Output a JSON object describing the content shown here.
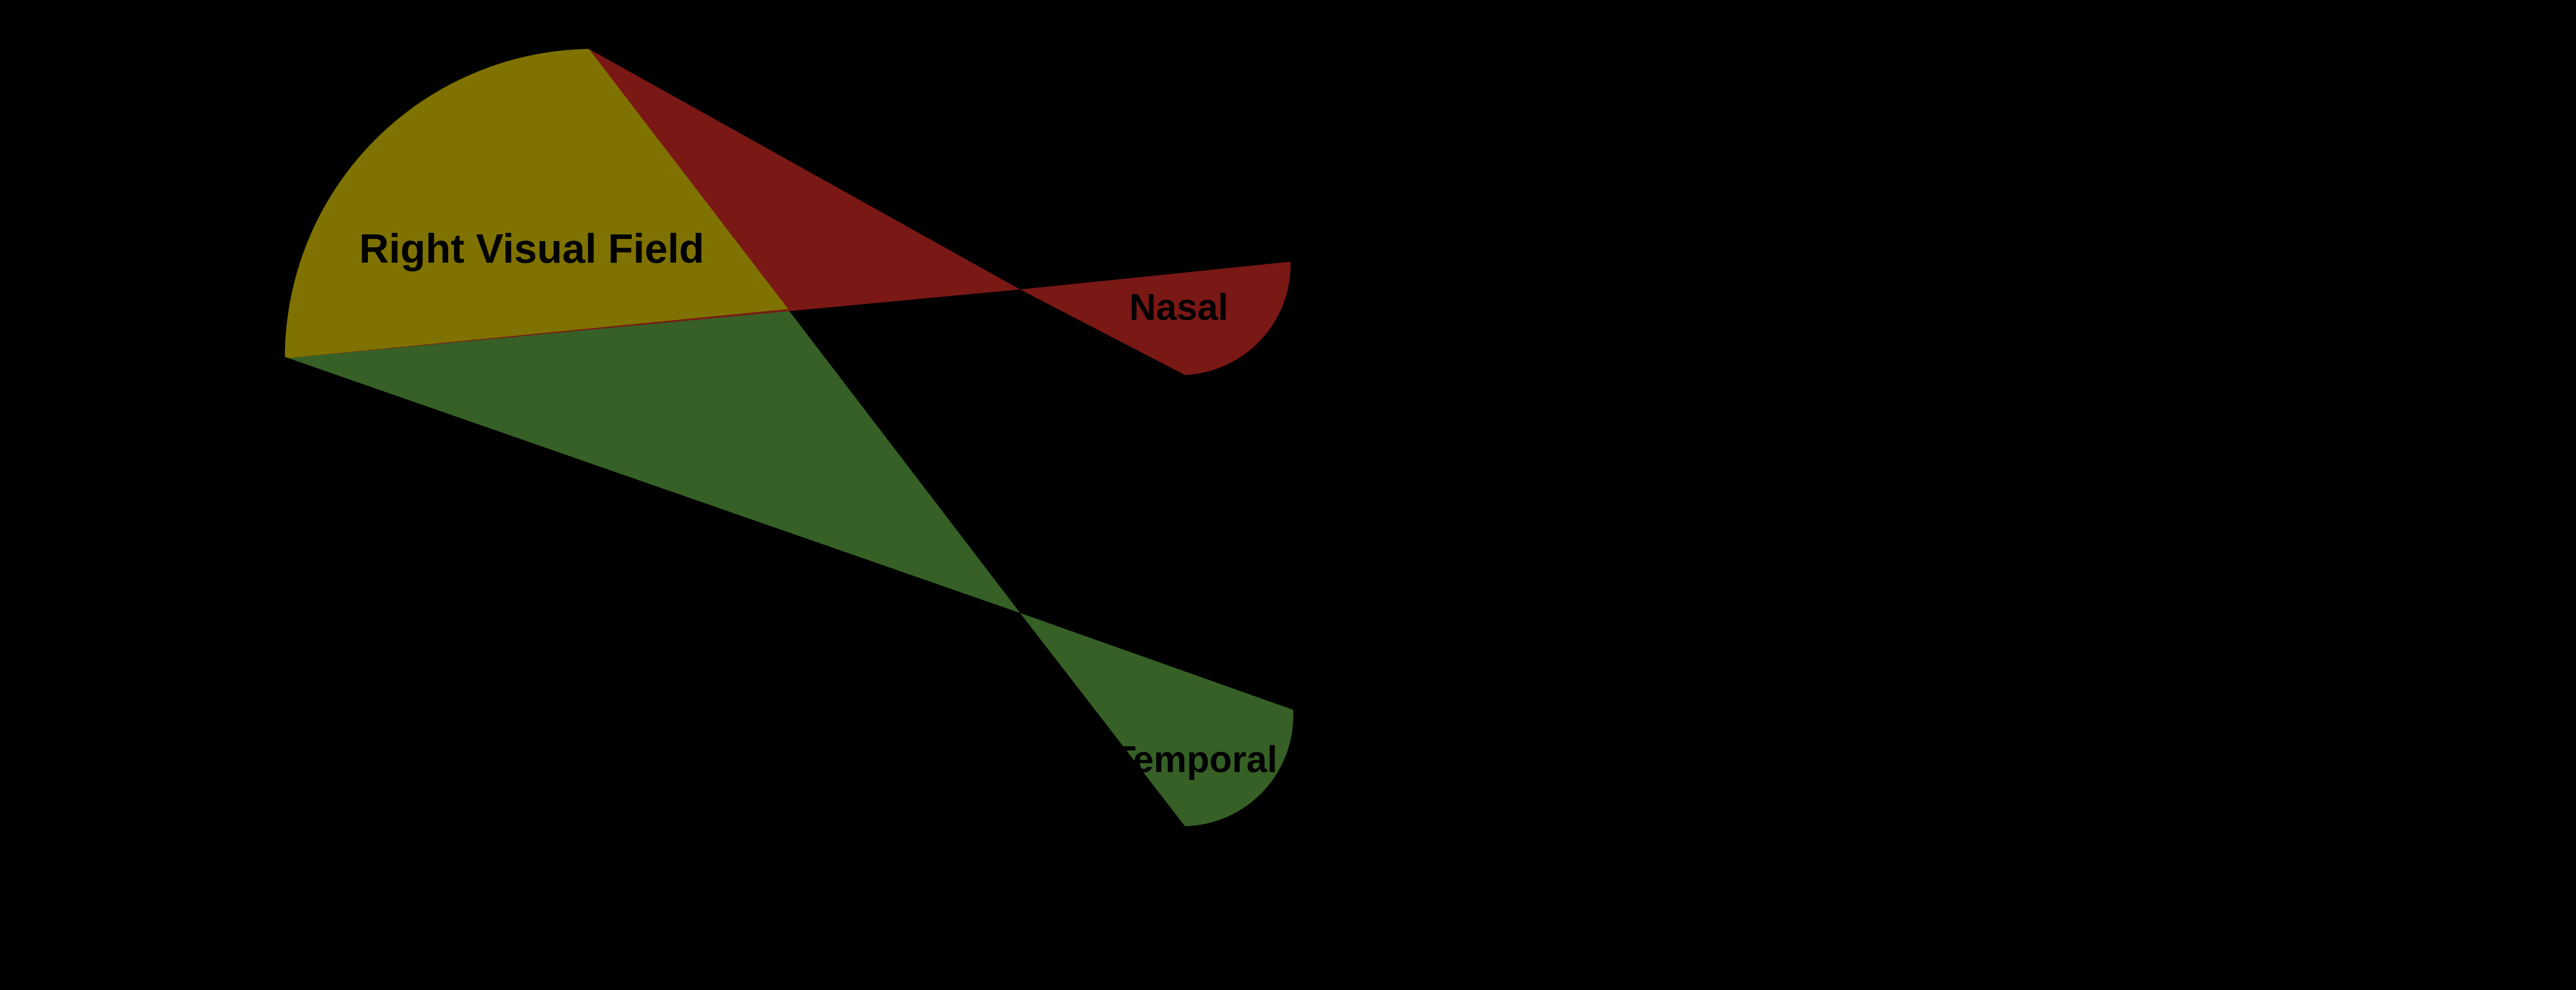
{
  "diagram": {
    "labels": {
      "visual_field": "Right Visual Field",
      "nasal": "Nasal",
      "temporal": "Temporal"
    },
    "colors": {
      "background": "#000000",
      "visual_field_overlap": "#7f7200",
      "nasal": "#7a1816",
      "temporal": "#366025",
      "label_text": "#000000"
    }
  }
}
